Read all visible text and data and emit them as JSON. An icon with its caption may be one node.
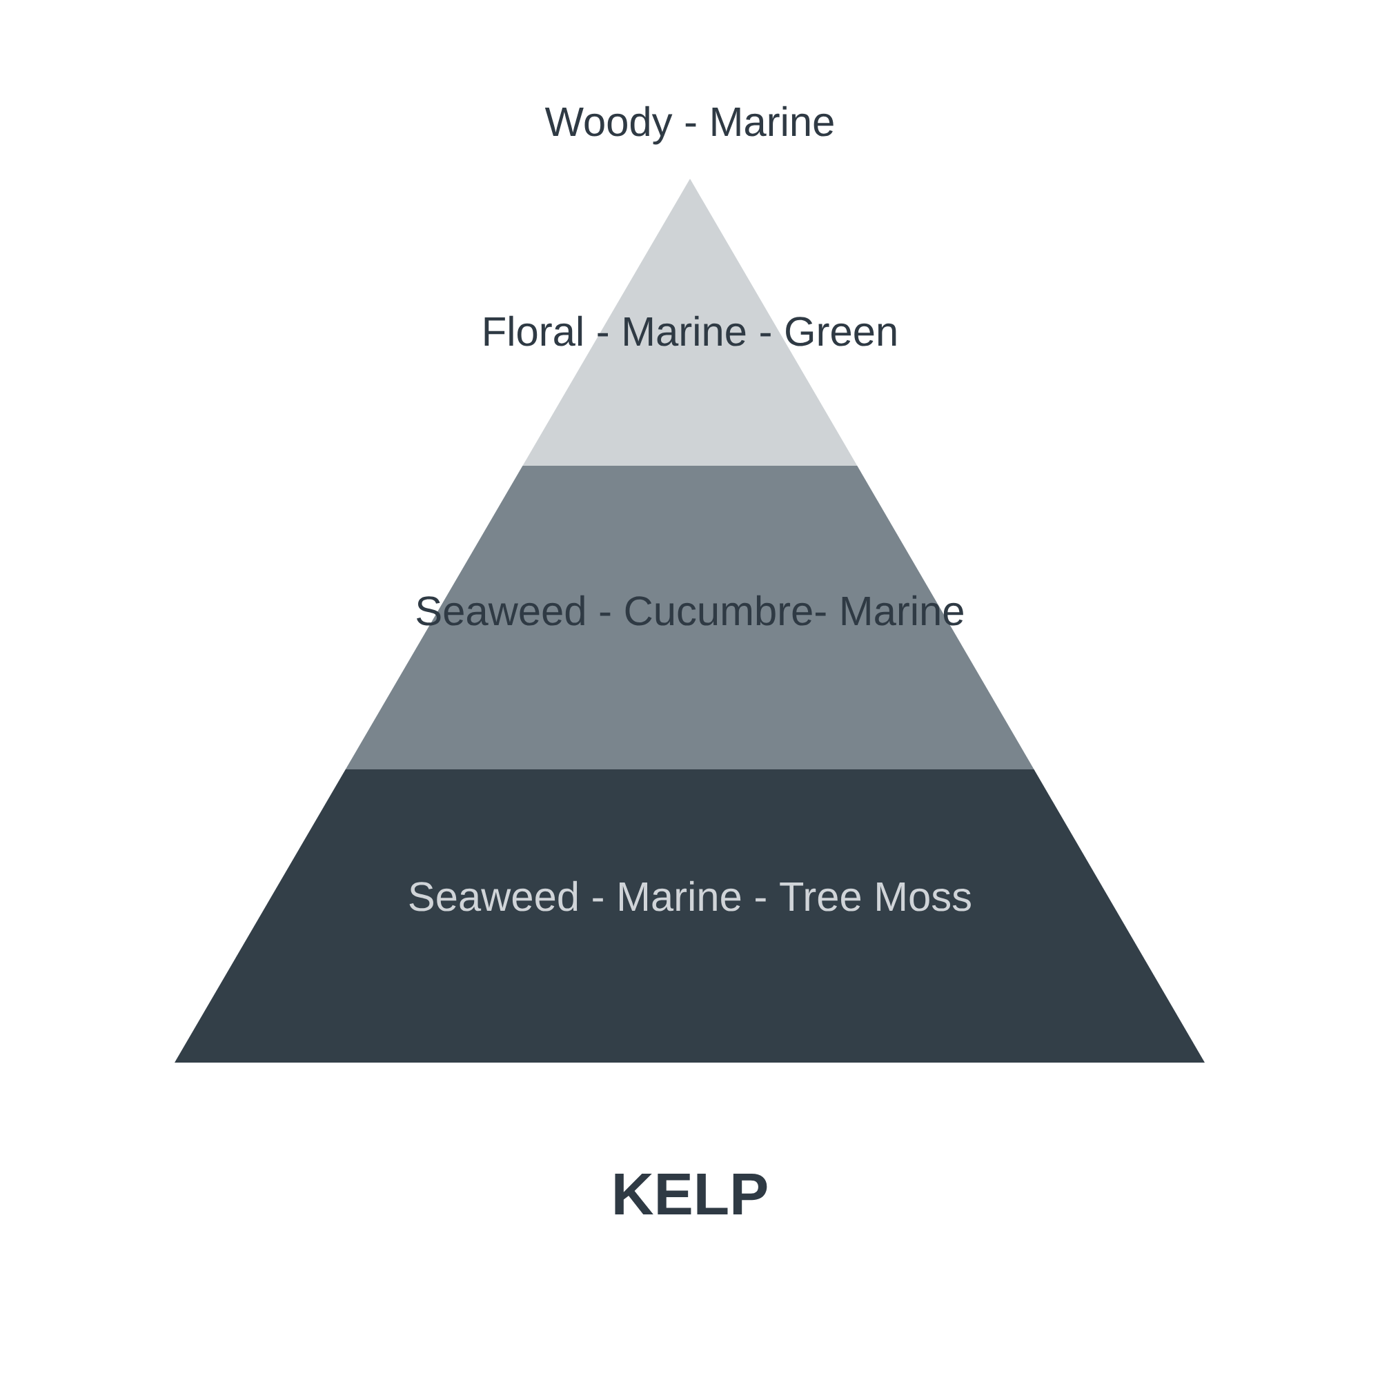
{
  "diagram": {
    "caption": "KELP",
    "labels": [
      "Woody - Marine"
    ],
    "nodes": [
      {
        "text": [
          "Floral - Marine - Green"
        ]
      },
      {
        "text": [
          "Seaweed - Cucumbre- Marine"
        ]
      },
      {
        "text": [
          "Seaweed - Marine - Tree Moss"
        ]
      }
    ]
  }
}
